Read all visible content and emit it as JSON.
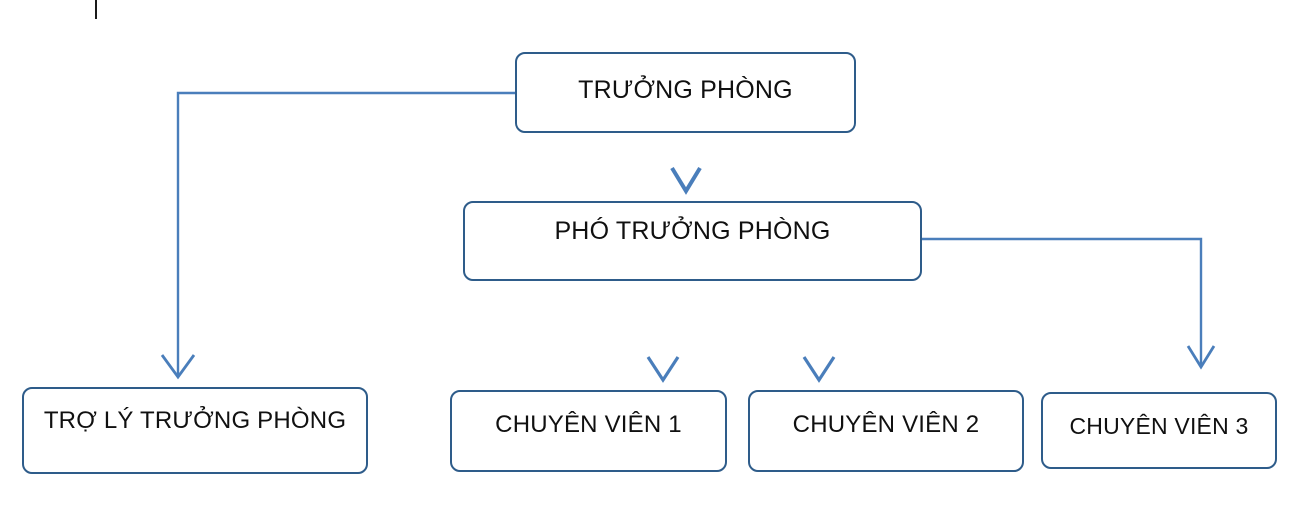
{
  "diagram": {
    "type": "organizational-chart",
    "title": "",
    "language": "vi",
    "colors": {
      "node_border": "#2E5C8A",
      "node_fill": "#FFFFFF",
      "connector": "#4A7EBB",
      "text": "#101010",
      "background": "#FFFFFF"
    },
    "nodes": [
      {
        "id": "truong-phong",
        "label": "TRƯỞNG PHÒNG",
        "level": 1
      },
      {
        "id": "pho-truong-phong",
        "label": "PHÓ TRƯỞNG PHÒNG",
        "level": 2
      },
      {
        "id": "tro-ly-truong-phong",
        "label": "TRỢ LÝ TRƯỞNG PHÒNG",
        "level": 3
      },
      {
        "id": "chuyen-vien-1",
        "label": "CHUYÊN VIÊN 1",
        "level": 3
      },
      {
        "id": "chuyen-vien-2",
        "label": "CHUYÊN VIÊN 2",
        "level": 3
      },
      {
        "id": "chuyen-vien-3",
        "label": "CHUYÊN VIÊN 3",
        "level": 3
      }
    ],
    "edges": [
      {
        "id": "edge-tp-troly",
        "from": "truong-phong",
        "to": "tro-ly-truong-phong",
        "style": "elbow-left",
        "arrow": "chevron"
      },
      {
        "id": "edge-tp-ptp",
        "from": "truong-phong",
        "to": "pho-truong-phong",
        "style": "straight",
        "arrow": "chevron"
      },
      {
        "id": "edge-ptp-cv1",
        "from": "pho-truong-phong",
        "to": "chuyen-vien-1",
        "style": "straight",
        "arrow": "chevron"
      },
      {
        "id": "edge-ptp-cv2",
        "from": "pho-truong-phong",
        "to": "chuyen-vien-2",
        "style": "straight",
        "arrow": "chevron"
      },
      {
        "id": "edge-ptp-cv3",
        "from": "pho-truong-phong",
        "to": "chuyen-vien-3",
        "style": "elbow-right",
        "arrow": "chevron"
      }
    ]
  }
}
